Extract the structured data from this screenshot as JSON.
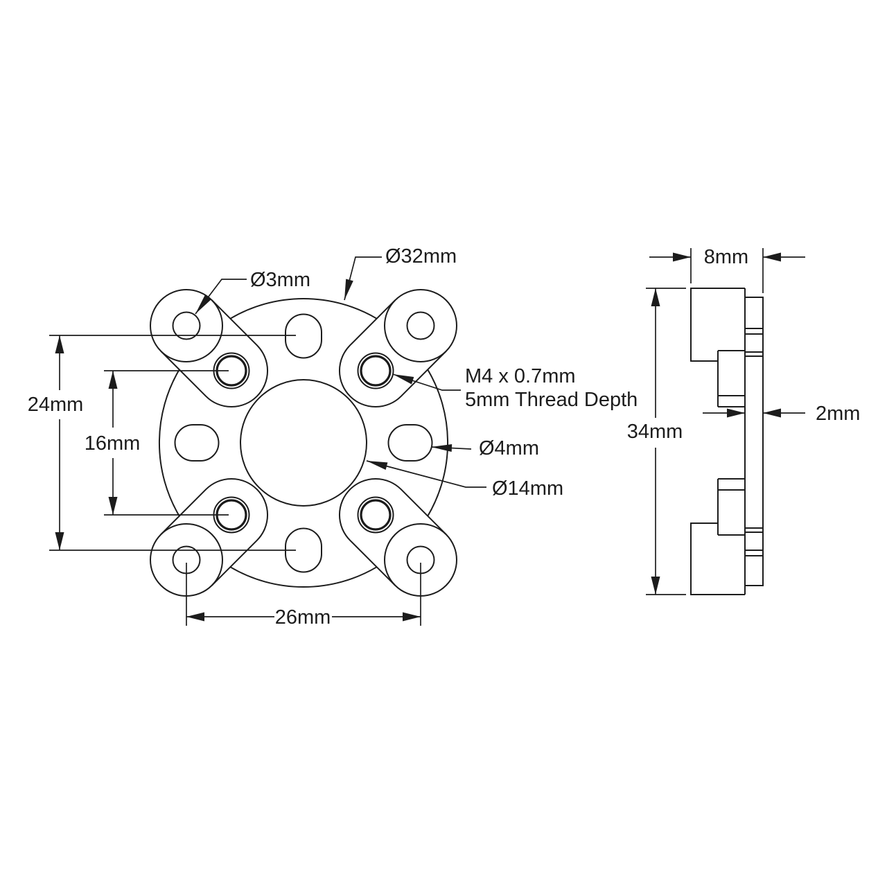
{
  "drawing": {
    "description": "Dimension drawing of a circular hub mount with X-shaped lobes, front view and side profile view"
  },
  "colors": {
    "line": "#1c1c1c",
    "background": "#ffffff"
  },
  "front_view": {
    "labels": {
      "pilot_hole_diameter": "Ø3mm",
      "disc_diameter": "Ø32mm",
      "thread_spec_line1": "M4 x 0.7mm",
      "thread_spec_line2": "5mm Thread Depth",
      "slot_diameter": "Ø4mm",
      "bore_diameter": "Ø14mm",
      "slot_vertical_spacing": "24mm",
      "thread_vertical_spacing": "16mm",
      "lobe_hole_horizontal_spacing": "26mm"
    }
  },
  "side_view": {
    "labels": {
      "overall_width": "8mm",
      "overall_height": "34mm",
      "plate_thickness": "2mm"
    }
  }
}
